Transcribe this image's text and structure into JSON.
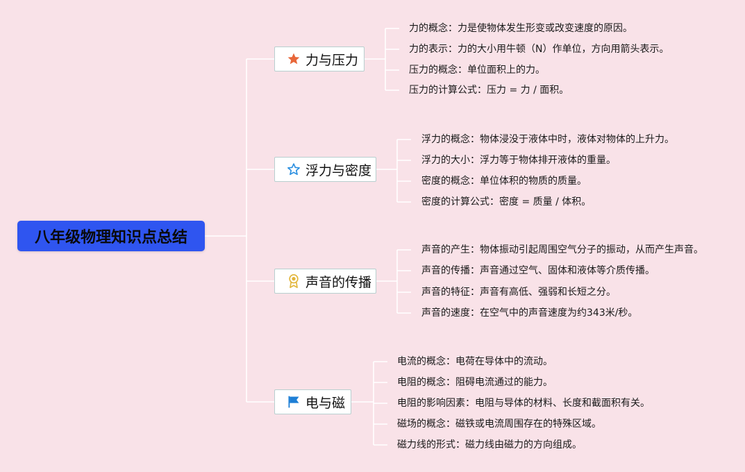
{
  "root": {
    "title": "八年级物理知识点总结"
  },
  "branches": [
    {
      "label": "力与压力",
      "icon": "star-filled-icon",
      "icon_color": "#e8673a",
      "items": [
        "力的概念：力是使物体发生形变或改变速度的原因。",
        "力的表示：力的大小用牛顿（N）作单位，方向用箭头表示。",
        "压力的概念：单位面积上的力。",
        "压力的计算公式：压力 = 力 / 面积。"
      ]
    },
    {
      "label": "浮力与密度",
      "icon": "star-outline-icon",
      "icon_color": "#2b8fe0",
      "items": [
        "浮力的概念：物体浸没于液体中时，液体对物体的上升力。",
        "浮力的大小：浮力等于物体排开液体的重量。",
        "密度的概念：单位体积的物质的质量。",
        "密度的计算公式：密度 = 质量 / 体积。"
      ]
    },
    {
      "label": "声音的传播",
      "icon": "award-ribbon-icon",
      "icon_color": "#e2b53a",
      "items": [
        "声音的产生：物体振动引起周围空气分子的振动，从而产生声音。",
        "声音的传播：声音通过空气、固体和液体等介质传播。",
        "声音的特征：声音有高低、强弱和长短之分。",
        "声音的速度：在空气中的声音速度为约343米/秒。"
      ]
    },
    {
      "label": "电与磁",
      "icon": "flag-icon",
      "icon_color": "#1e7fd6",
      "items": [
        "电流的概念：电荷在导体中的流动。",
        "电阻的概念：阻碍电流通过的能力。",
        "电阻的影响因素：电阻与导体的材料、长度和截面积有关。",
        "磁场的概念：磁铁或电流周围存在的特殊区域。",
        "磁力线的形式：磁力线由磁力的方向组成。"
      ]
    }
  ]
}
